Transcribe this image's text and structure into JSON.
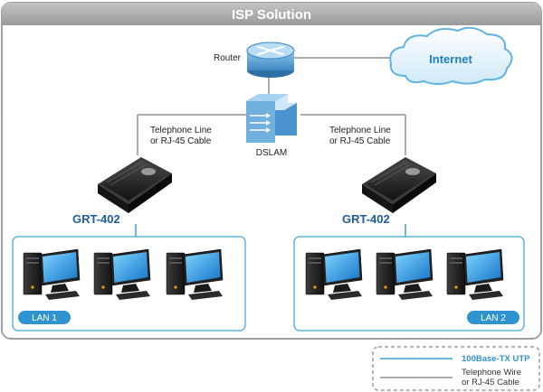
{
  "title": "ISP Solution",
  "router": {
    "label": "Router"
  },
  "internet": {
    "label": "Internet"
  },
  "dslam": {
    "label": "DSLAM"
  },
  "left_line": {
    "line1": "Telephone Line",
    "line2": "or RJ-45 Cable"
  },
  "right_line": {
    "line1": "Telephone Line",
    "line2": "or RJ-45 Cable"
  },
  "left_device": {
    "label": "GRT-402"
  },
  "right_device": {
    "label": "GRT-402"
  },
  "left_lan": {
    "label": "LAN 1"
  },
  "right_lan": {
    "label": "LAN 2"
  },
  "legend": {
    "utp": "100Base-TX UTP",
    "wire_line1": "Telephone Wire",
    "wire_line2": "or RJ-45 Cable"
  },
  "colors": {
    "title_bar": "#a8a8a8",
    "device_label": "#1f5d9e",
    "utp_line": "#3aa0d8",
    "telephone_line": "#909090",
    "lan_badge": "#2f93d0"
  }
}
